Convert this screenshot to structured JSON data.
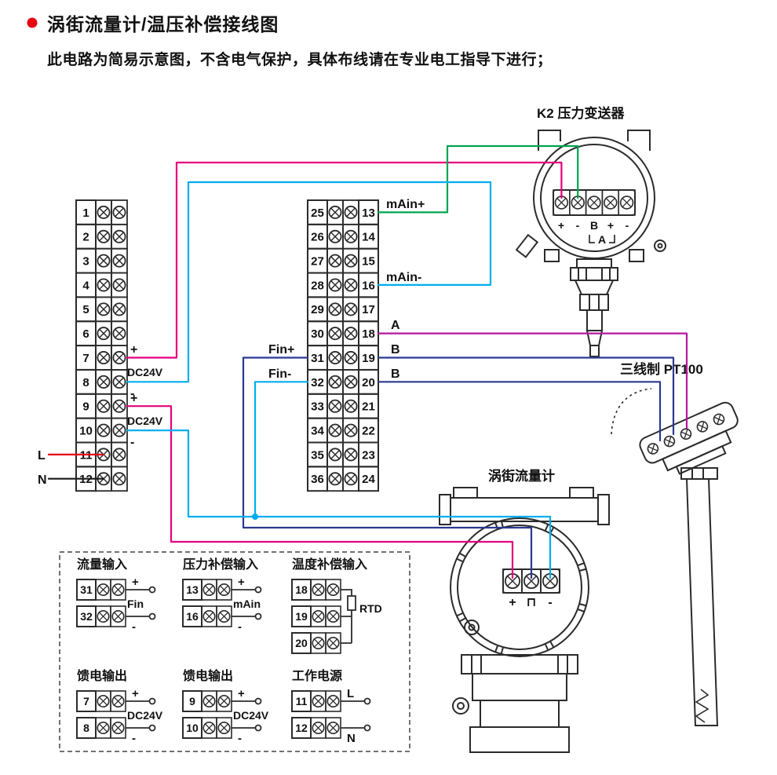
{
  "header": {
    "title": "涡街流量计/温压补偿接线图",
    "subtitle": "此电路为简易示意图，不含电气保护，具体布线请在专业电工指导下进行；"
  },
  "colors": {
    "magenta": "#e5007e",
    "green": "#00a551",
    "cyan": "#00aeef",
    "navy": "#2b3990",
    "purple": "#b5179e",
    "red": "#e60012",
    "black": "#1a1a1a",
    "line": "#2b2b2b"
  },
  "devices": {
    "k2_title": "K2  压力变送器",
    "k2_terms": [
      "+",
      "-",
      "B",
      "+",
      "-"
    ],
    "k2_a": "A",
    "pt100_title": "三线制 PT100",
    "vortex_title": "涡街流量计",
    "vortex_terms": [
      "+",
      "⊓",
      "-"
    ]
  },
  "blocks": {
    "left": [
      "1",
      "2",
      "3",
      "4",
      "5",
      "6",
      "7",
      "8",
      "9",
      "10",
      "11",
      "12"
    ],
    "mid_left": [
      "25",
      "26",
      "27",
      "28",
      "29",
      "30",
      "31",
      "32",
      "33",
      "34",
      "35",
      "36"
    ],
    "mid_right": [
      "13",
      "14",
      "15",
      "16",
      "17",
      "18",
      "19",
      "20",
      "21",
      "22",
      "23",
      "24"
    ]
  },
  "labels": {
    "main_plus": "mAin+",
    "main_minus": "mAin-",
    "a": "A",
    "b1": "B",
    "b2": "B",
    "fin_plus": "Fin+",
    "fin_minus": "Fin-",
    "dc1_plus": "+",
    "dc1_label": "DC24V",
    "dc1_minus": "-",
    "dc2_plus": "+",
    "dc2_label": "DC24V",
    "dc2_minus": "-",
    "l": "L",
    "n": "N"
  },
  "legend": {
    "groups": [
      {
        "type": "pair",
        "title": "流量输入",
        "rows": [
          "31",
          "32"
        ],
        "top": "+",
        "mid": "Fin",
        "bottom": "-"
      },
      {
        "type": "pair",
        "title": "压力补偿输入",
        "rows": [
          "13",
          "16"
        ],
        "top": "+",
        "mid": "mAin",
        "bottom": "-"
      },
      {
        "type": "rtd",
        "title": "温度补偿输入",
        "rows": [
          "18",
          "19",
          "20"
        ],
        "mid": "RTD"
      },
      {
        "type": "pair",
        "title": "馈电输出",
        "rows": [
          "7",
          "8"
        ],
        "top": "+",
        "mid": "DC24V",
        "bottom": "-"
      },
      {
        "type": "pair",
        "title": "馈电输出",
        "rows": [
          "9",
          "10"
        ],
        "top": "+",
        "mid": "DC24V",
        "bottom": "-"
      },
      {
        "type": "power",
        "title": "工作电源",
        "rows": [
          "11",
          "12"
        ],
        "top": "L",
        "mid": "",
        "bottom": "N"
      }
    ]
  }
}
